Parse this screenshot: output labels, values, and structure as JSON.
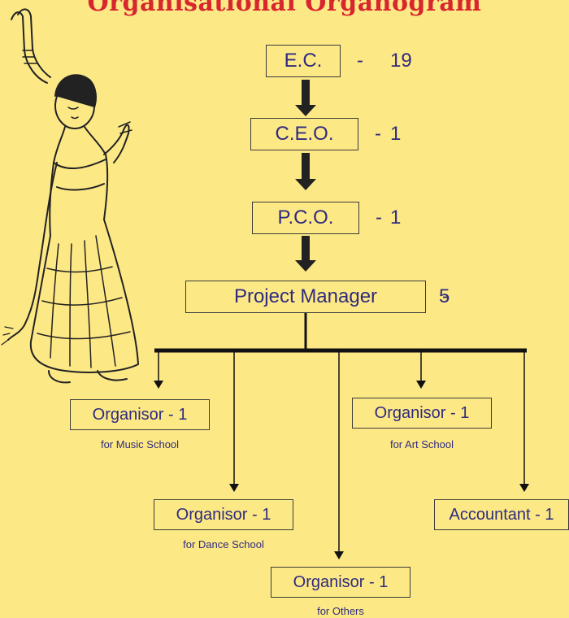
{
  "title": "Organisational Organogram",
  "hierarchy": [
    {
      "label": "E.C.",
      "dash": "-",
      "count": "19"
    },
    {
      "label": "C.E.O.",
      "dash": "-",
      "count": "1"
    },
    {
      "label": "P.C.O.",
      "dash": "-",
      "count": "1"
    },
    {
      "label": "Project Manager",
      "dash": "-",
      "count": "5"
    }
  ],
  "branches": [
    {
      "label": "Organisor - 1",
      "sub": "for Music School"
    },
    {
      "label": "Organisor - 1",
      "sub": "for Dance School"
    },
    {
      "label": "Organisor - 1",
      "sub": "for Others"
    },
    {
      "label": "Organisor - 1",
      "sub": "for Art School"
    },
    {
      "label": "Accountant  - 1",
      "sub": ""
    }
  ],
  "colors": {
    "background": "#fde886",
    "title": "#d8262f",
    "text": "#2e2b7e",
    "lines": "#111111"
  }
}
